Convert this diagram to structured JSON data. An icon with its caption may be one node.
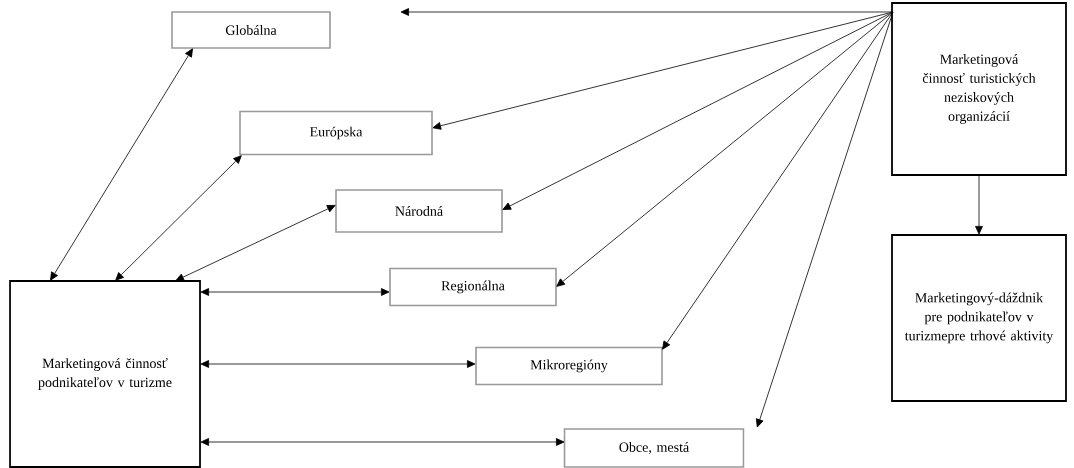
{
  "diagram": {
    "nodes": [
      {
        "text": [
          "Globálna"
        ]
      },
      {
        "text": [
          "Európska"
        ]
      },
      {
        "text": [
          "Národná"
        ]
      },
      {
        "text": [
          "Regionálna"
        ]
      },
      {
        "text": [
          "Mikroregióny"
        ]
      },
      {
        "text": [
          "Obce, mestá"
        ]
      },
      {
        "text": [
          "Marketingová činnosť podnikateľov v turizme"
        ]
      },
      {
        "text": [
          "Marketingová činnosť turistických neziskových organizácií"
        ]
      },
      {
        "text": [
          "Marketingový-dáždnik pre podnikateľov v turizmepre trhové aktivity"
        ]
      }
    ],
    "edges": [
      {
        "from": 7,
        "to": 0,
        "arrow": "to"
      },
      {
        "from": 7,
        "to": 1,
        "arrow": "to"
      },
      {
        "from": 7,
        "to": 2,
        "arrow": "to"
      },
      {
        "from": 7,
        "to": 3,
        "arrow": "to"
      },
      {
        "from": 7,
        "to": 4,
        "arrow": "to"
      },
      {
        "from": 7,
        "to": 5,
        "arrow": "to"
      },
      {
        "from": 7,
        "to": 8,
        "arrow": "to"
      },
      {
        "from": 6,
        "to": 0,
        "arrow": "both"
      },
      {
        "from": 6,
        "to": 1,
        "arrow": "both"
      },
      {
        "from": 6,
        "to": 2,
        "arrow": "both"
      },
      {
        "from": 6,
        "to": 3,
        "arrow": "both"
      },
      {
        "from": 6,
        "to": 4,
        "arrow": "both"
      },
      {
        "from": 6,
        "to": 5,
        "arrow": "both"
      }
    ]
  }
}
